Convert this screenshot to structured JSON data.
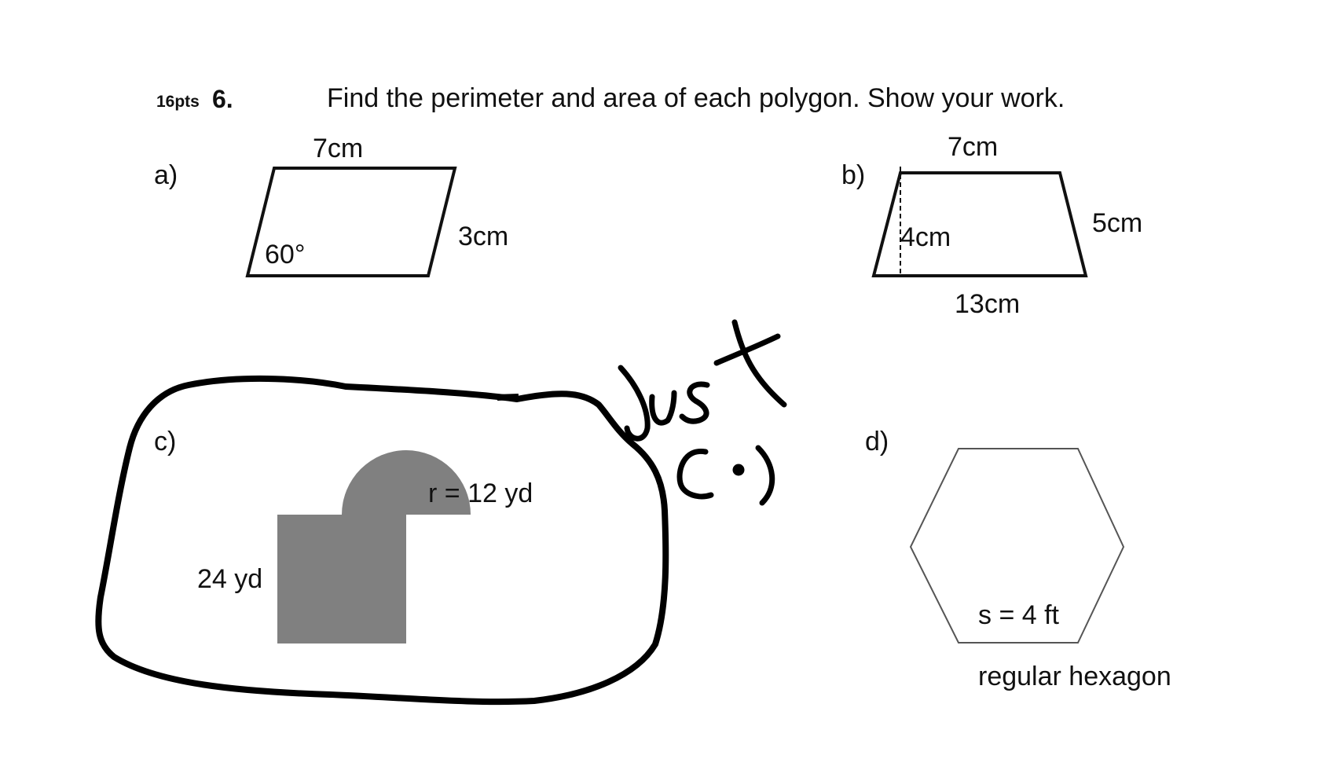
{
  "header": {
    "points": "16pts",
    "question_number": "6.",
    "instruction": "Find the perimeter and area of each polygon.  Show your work."
  },
  "problem_a": {
    "label": "a)",
    "shape": "parallelogram",
    "top_side": "7cm",
    "slant_side": "3cm",
    "angle": "60°"
  },
  "problem_b": {
    "label": "b)",
    "shape": "trapezoid",
    "top_base": "7cm",
    "height": "4cm",
    "slant_side": "5cm",
    "bottom_base": "13cm"
  },
  "problem_c": {
    "label": "c)",
    "shape": "square with three-quarter circle",
    "radius": "r = 12 yd",
    "side": "24 yd",
    "fill_color": "#808080"
  },
  "problem_d": {
    "label": "d)",
    "shape": "regular hexagon",
    "side": "s = 4 ft",
    "caption": "regular hexagon"
  },
  "annotation": {
    "text": "Just c :)",
    "color": "#000000"
  }
}
